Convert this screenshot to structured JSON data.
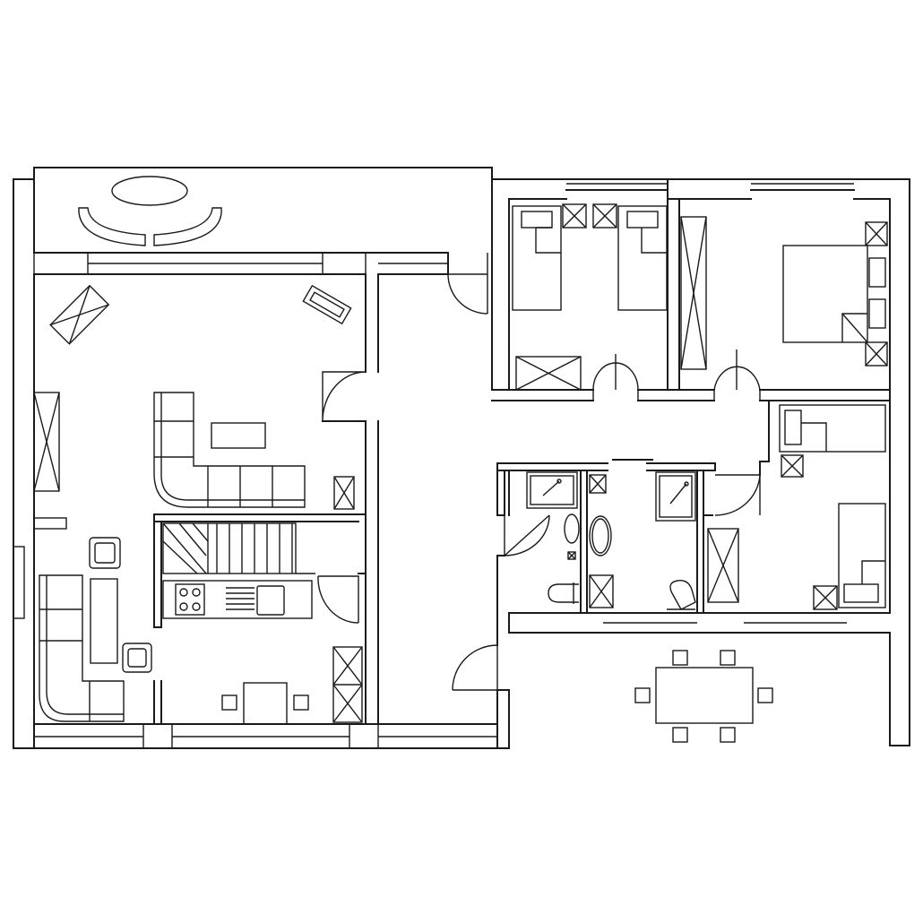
{
  "image": {
    "kind": "architectural floor plan",
    "line_color": "#1a1a1a",
    "background_color": "#ffffff"
  },
  "rooms": [
    {
      "id": "terrace-north",
      "furniture": [
        "oval-table-icon",
        "curved-sofa-icon"
      ]
    },
    {
      "id": "living-room",
      "furniture": [
        "l-sofa-icon",
        "coffee-table-icon",
        "armchair-icon",
        "tv-unit-icon",
        "cabinet-icon"
      ]
    },
    {
      "id": "staircase",
      "furniture": [
        "stairs-icon"
      ]
    },
    {
      "id": "kitchen",
      "furniture": [
        "stove-icon",
        "sink-icon",
        "dining-set-icon",
        "fridge-icon"
      ]
    },
    {
      "id": "hallway",
      "furniture": []
    },
    {
      "id": "children-bedroom",
      "furniture": [
        "single-bed-icon",
        "single-bed-icon",
        "nightstand-icon",
        "wardrobe-icon"
      ]
    },
    {
      "id": "master-bedroom",
      "furniture": [
        "double-bed-icon",
        "nightstand-icon",
        "wardrobe-icon"
      ]
    },
    {
      "id": "bathroom-1",
      "furniture": [
        "shower-icon",
        "washbasin-icon",
        "toilet-icon"
      ]
    },
    {
      "id": "bathroom-2",
      "furniture": [
        "shower-icon",
        "toilet-icon",
        "washbasin-icon"
      ]
    },
    {
      "id": "guest-bedroom",
      "furniture": [
        "single-bed-icon",
        "single-bed-icon",
        "wardrobe-icon"
      ]
    },
    {
      "id": "terrace-south",
      "furniture": [
        "dining-table-icon",
        "chair-icon"
      ]
    }
  ]
}
